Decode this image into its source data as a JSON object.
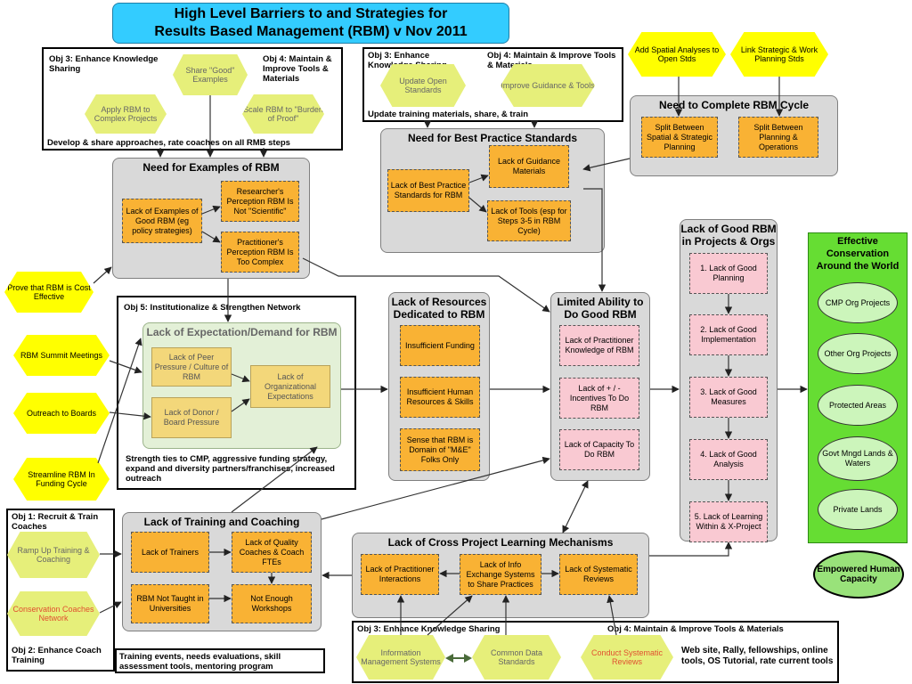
{
  "title": {
    "line1": "High Level Barriers to and Strategies for",
    "line2": "Results Based Management (RBM) v Nov 2011"
  },
  "obj_top_left": {
    "label_obj3": "Obj 3: Enhance Knowledge Sharing",
    "label_obj4": "Obj 4: Maintain & Improve Tools & Materials",
    "hex_share": "Share \"Good\" Examples",
    "hex_apply": "Apply RBM to Complex Projects",
    "hex_scale": "Scale RBM to \"Burden of Proof\"",
    "footer": "Develop & share approaches, rate coaches on all RMB steps"
  },
  "obj_top_mid": {
    "label_obj3": "Obj 3: Enhance Knowledge Sharing",
    "label_obj4": "Obj 4: Maintain & Improve Tools & Materials",
    "hex_update": "Update Open Standards",
    "hex_improve": "Improve Guidance & Tools",
    "footer": "Update training materials, share, & train"
  },
  "top_right_hexes": {
    "spatial": "Add Spatial Analyses to Open Stds",
    "link": "Link Strategic & Work Planning Stds"
  },
  "need_complete": {
    "title": "Need to Complete RBM Cycle",
    "split1": "Split Between Spatial & Strategic Planning",
    "split2": "Split Between Planning & Operations"
  },
  "need_best": {
    "title": "Need for Best Practice Standards",
    "lack_best": "Lack of Best Practice Standards for RBM",
    "lack_guidance": "Lack of Guidance Materials",
    "lack_tools": "Lack of Tools (esp for Steps 3-5 in RBM Cycle)"
  },
  "need_examples": {
    "title": "Need for Examples of RBM",
    "lack_examples": "Lack of Examples of Good RBM (eg policy strategies)",
    "researcher": "Researcher's Perception RBM Is Not \"Scientific\"",
    "practitioner": "Practitioner's Perception RBM Is Too Complex"
  },
  "left_hexes": {
    "prove": "Prove that RBM is Cost Effective",
    "summit": "RBM Summit Meetings",
    "outreach": "Outreach to Boards",
    "streamline": "Streamline RBM In Funding Cycle"
  },
  "obj5": {
    "label": "Obj 5: Institutionalize & Strengthen Network",
    "inner_title": "Lack of Expectation/Demand for RBM",
    "peer": "Lack of Peer Pressure / Culture of RBM",
    "donor": "Lack of Donor / Board Pressure",
    "org_expect": "Lack of Organizational Expectations",
    "footer": "Strength ties to CMP,  aggressive funding strategy, expand and diversity partners/franchises, increased outreach"
  },
  "resources": {
    "title_l1": "Lack of Resources",
    "title_l2": "Dedicated to RBM",
    "funding": "Insufficient Funding",
    "human": "Insufficient Human Resources & Skills",
    "domain": "Sense that RBM is Domain of \"M&E\" Folks Only"
  },
  "limited": {
    "title_l1": "Limited Ability to",
    "title_l2": "Do Good RBM",
    "knowledge": "Lack of Practitioner Knowledge of RBM",
    "incentives": "Lack of + / - Incentives To Do RBM",
    "capacity": "Lack of Capacity To Do RBM"
  },
  "good_rbm": {
    "title_l1": "Lack of Good RBM",
    "title_l2": "in Projects & Orgs",
    "s1": "1. Lack of Good Planning",
    "s2": "2. Lack of Good Implementation",
    "s3": "3. Lack of Good Measures",
    "s4": "4. Lack of Good Analysis",
    "s5": "5. Lack of Learning Within & X-Project"
  },
  "effective": {
    "title_l1": "Effective",
    "title_l2": "Conservation",
    "title_l3": "Around the World",
    "cmp": "CMP Org Projects",
    "other": "Other Org Projects",
    "protected": "Protected Areas",
    "govt": "Govt Mngd Lands & Waters",
    "private": "Private Lands"
  },
  "empowered": "Empowered Human Capacity",
  "training": {
    "title": "Lack of Training and Coaching",
    "trainers": "Lack of Trainers",
    "quality": "Lack of Quality Coaches & Coach FTEs",
    "universities": "RBM Not Taught in Universities",
    "workshops": "Not Enough Workshops"
  },
  "obj12": {
    "label1": "Obj 1: Recruit & Train Coaches",
    "ramp": "Ramp Up Training & Coaching",
    "network": "Conservation Coaches Network",
    "label2": "Obj 2: Enhance Coach Training",
    "footer": "Training events, needs evaluations, skill assessment tools, mentoring program"
  },
  "cross": {
    "title": "Lack of Cross Project Learning Mechanisms",
    "interactions": "Lack of Practitioner Interactions",
    "exchange": "Lack of Info Exchange Systems to Share Practices",
    "reviews": "Lack of Systematic Reviews"
  },
  "obj_bottom": {
    "label_obj3": "Obj 3: Enhance Knowledge Sharing",
    "label_obj4": "Obj 4: Maintain & Improve Tools & Materials",
    "ims": "Information Management Systems",
    "cds": "Common Data Standards",
    "csr": "Conduct Systematic Reviews",
    "footer": "Web site, Rally, fellowships, online tools, OS Tutorial, rate current tools"
  }
}
